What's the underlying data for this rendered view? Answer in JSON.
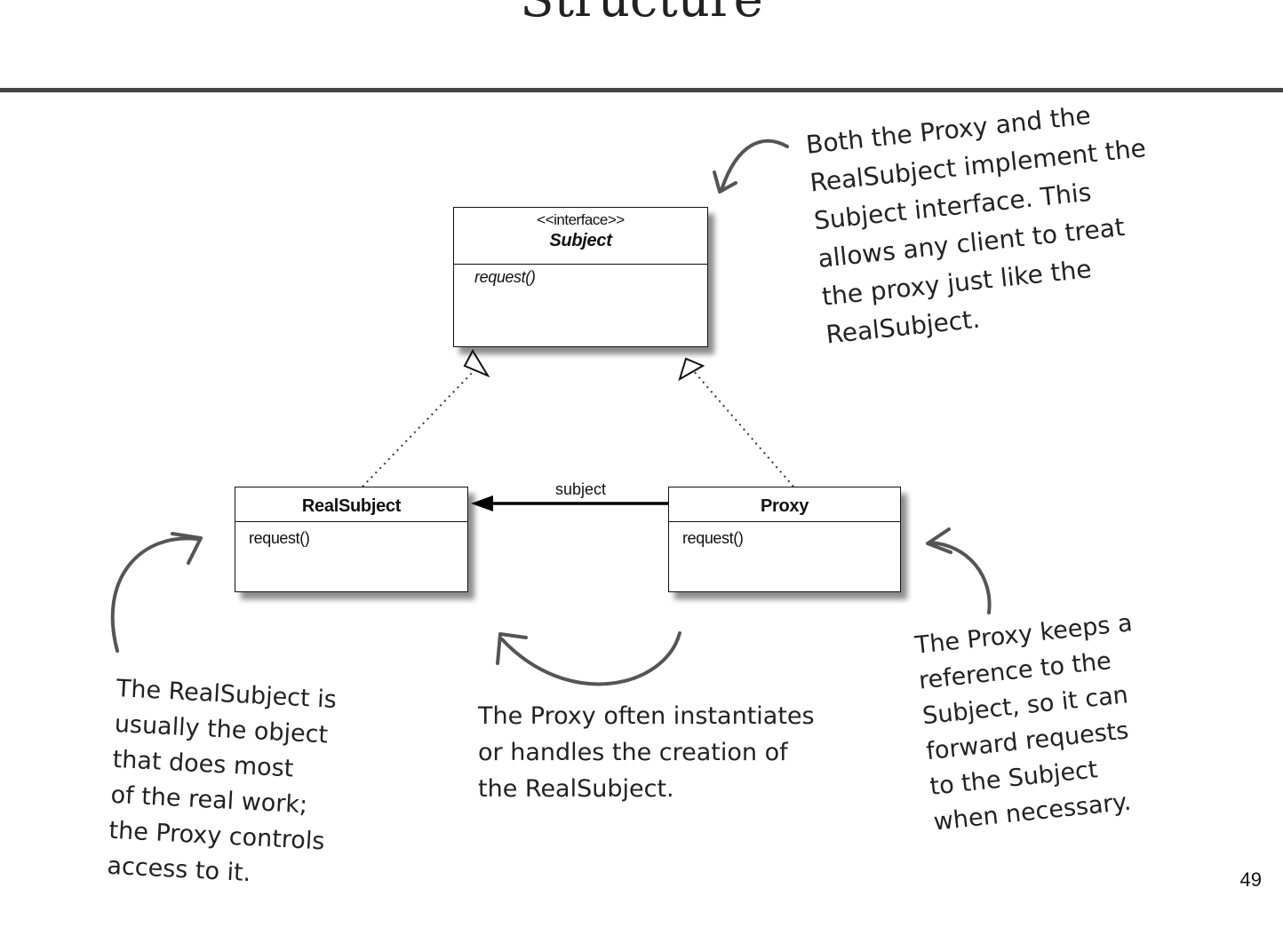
{
  "slide": {
    "title": "Structure",
    "page_number": "49"
  },
  "uml": {
    "subject": {
      "stereotype": "<<interface>>",
      "name": "Subject",
      "method": "request()"
    },
    "real_subject": {
      "name": "RealSubject",
      "method": "request()"
    },
    "proxy": {
      "name": "Proxy",
      "method": "request()"
    },
    "association_label": "subject"
  },
  "notes": {
    "top_right": "Both the Proxy and the\nRealSubject implement the\nSubject interface.  This\nallows any client to treat\nthe proxy just like the\nRealSubject.",
    "bottom_left": "The RealSubject is\nusually the object\nthat does most\nof the real work;\nthe Proxy controls\naccess to it.",
    "bottom_middle": "The Proxy often instantiates\nor handles the creation of\nthe RealSubject.",
    "bottom_right": "The Proxy keeps a\nreference to the\nSubject, so it can\nforward requests\nto the Subject\nwhen necessary."
  }
}
